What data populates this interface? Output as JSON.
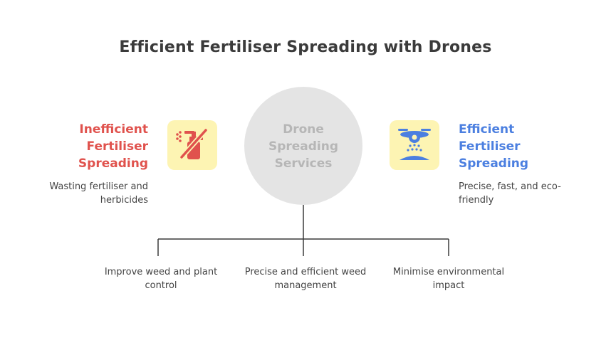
{
  "title": "Efficient Fertiliser Spreading with Drones",
  "center": {
    "label": "Drone\nSpreading\nServices",
    "fill_color": "#e4e4e4",
    "text_color": "#b6b6b6"
  },
  "left": {
    "title": "Inefficient\nFertiliser\nSpreading",
    "description": "Wasting fertiliser and herbicides",
    "color": "#e0524d",
    "icon": "no-spray-bottle-icon"
  },
  "right": {
    "title": "Efficient\nFertiliser\nSpreading",
    "description": "Precise, fast, and eco-friendly",
    "color": "#4b7fe0",
    "icon": "drone-spreading-icon"
  },
  "icon_background": "#fdf4b3",
  "branches": [
    {
      "text": "Improve weed and plant control"
    },
    {
      "text": "Precise and efficient weed management"
    },
    {
      "text": "Minimise environmental impact"
    }
  ]
}
